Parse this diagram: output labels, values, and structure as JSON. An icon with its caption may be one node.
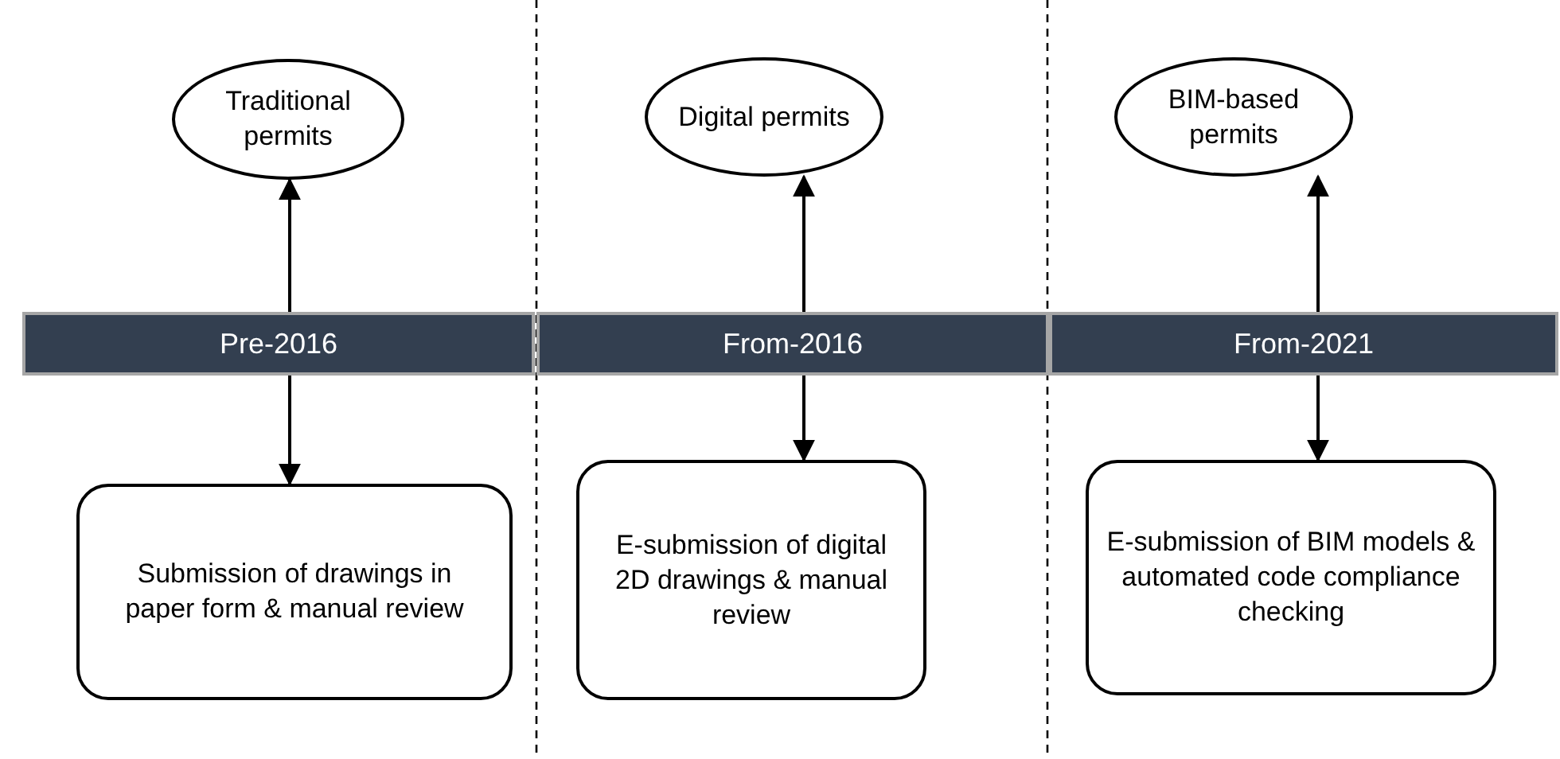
{
  "diagram": {
    "nodes": [
      {
        "text": [
          "Traditional permits"
        ]
      },
      {
        "text": [
          "Digital permits"
        ]
      },
      {
        "text": [
          "BIM-based permits"
        ]
      },
      {
        "text": [
          "Pre-2016"
        ]
      },
      {
        "text": [
          "From-2016"
        ]
      },
      {
        "text": [
          "From-2021"
        ]
      },
      {
        "text": [
          "Submission of drawings in paper form & manual review"
        ]
      },
      {
        "text": [
          "E-submission of digital 2D drawings & manual review"
        ]
      },
      {
        "text": [
          "E-submission of BIM models & automated code compliance checking"
        ]
      }
    ],
    "edges": [
      {
        "from": 3,
        "to": 0,
        "arrow": "to"
      },
      {
        "from": 3,
        "to": 6,
        "arrow": "to"
      },
      {
        "from": 4,
        "to": 1,
        "arrow": "to"
      },
      {
        "from": 4,
        "to": 7,
        "arrow": "to"
      },
      {
        "from": 5,
        "to": 2,
        "arrow": "to"
      },
      {
        "from": 5,
        "to": 8,
        "arrow": "to"
      }
    ]
  }
}
